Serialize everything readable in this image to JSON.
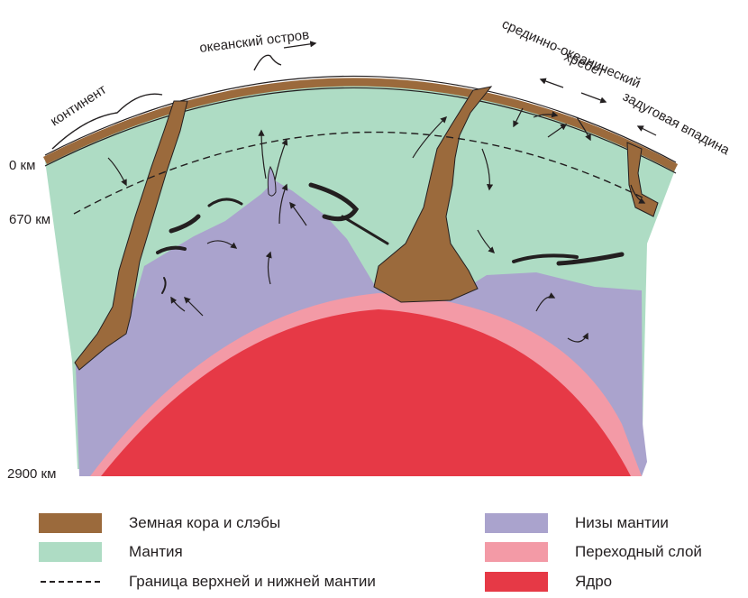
{
  "labels": {
    "continent": "континент",
    "ocean_island": "океанский остров",
    "mid_ocean_ridge_line1": "срединно-океанический",
    "mid_ocean_ridge_line2": "хребет",
    "back_arc_basin": "задуговая впадина"
  },
  "depths": {
    "top": "0 км",
    "boundary": "670 км",
    "bottom": "2900 км"
  },
  "colors": {
    "crust": "#9b6a3c",
    "mantle": "#aedcc4",
    "lower_mantle": "#aaa3cd",
    "transition": "#f39aa6",
    "core": "#e63946"
  },
  "legend": [
    {
      "key": "crust",
      "text": "Земная кора и слэбы",
      "color": "#9b6a3c"
    },
    {
      "key": "mantle",
      "text": "Мантия",
      "color": "#aedcc4"
    },
    {
      "key": "boundary",
      "text": "Граница верхней и нижней мантии",
      "style": "dashed"
    },
    {
      "key": "lower_mantle",
      "text": "Низы мантии",
      "color": "#aaa3cd"
    },
    {
      "key": "transition",
      "text": "Переходный слой",
      "color": "#f39aa6"
    },
    {
      "key": "core",
      "text": "Ядро",
      "color": "#e63946"
    }
  ]
}
